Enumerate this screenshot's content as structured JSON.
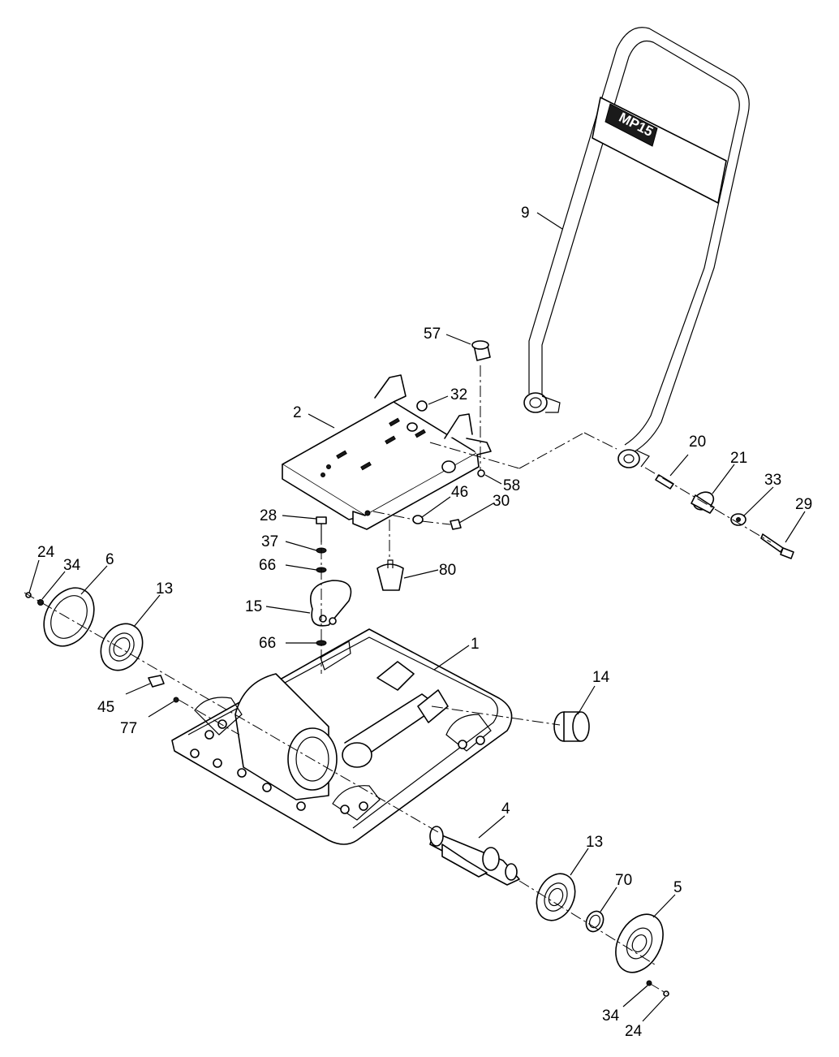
{
  "logo": {
    "text": "MP15"
  },
  "callouts": {
    "p1": "1",
    "p2": "2",
    "p4": "4",
    "p5": "5",
    "p6": "6",
    "p9": "9",
    "p13a": "13",
    "p13b": "13",
    "p14": "14",
    "p15": "15",
    "p20": "20",
    "p21": "21",
    "p24a": "24",
    "p24b": "24",
    "p28": "28",
    "p29": "29",
    "p30": "30",
    "p32": "32",
    "p33": "33",
    "p34a": "34",
    "p34b": "34",
    "p37": "37",
    "p45": "45",
    "p46": "46",
    "p57": "57",
    "p58": "58",
    "p66a": "66",
    "p66b": "66",
    "p70": "70",
    "p77": "77",
    "p80": "80"
  }
}
